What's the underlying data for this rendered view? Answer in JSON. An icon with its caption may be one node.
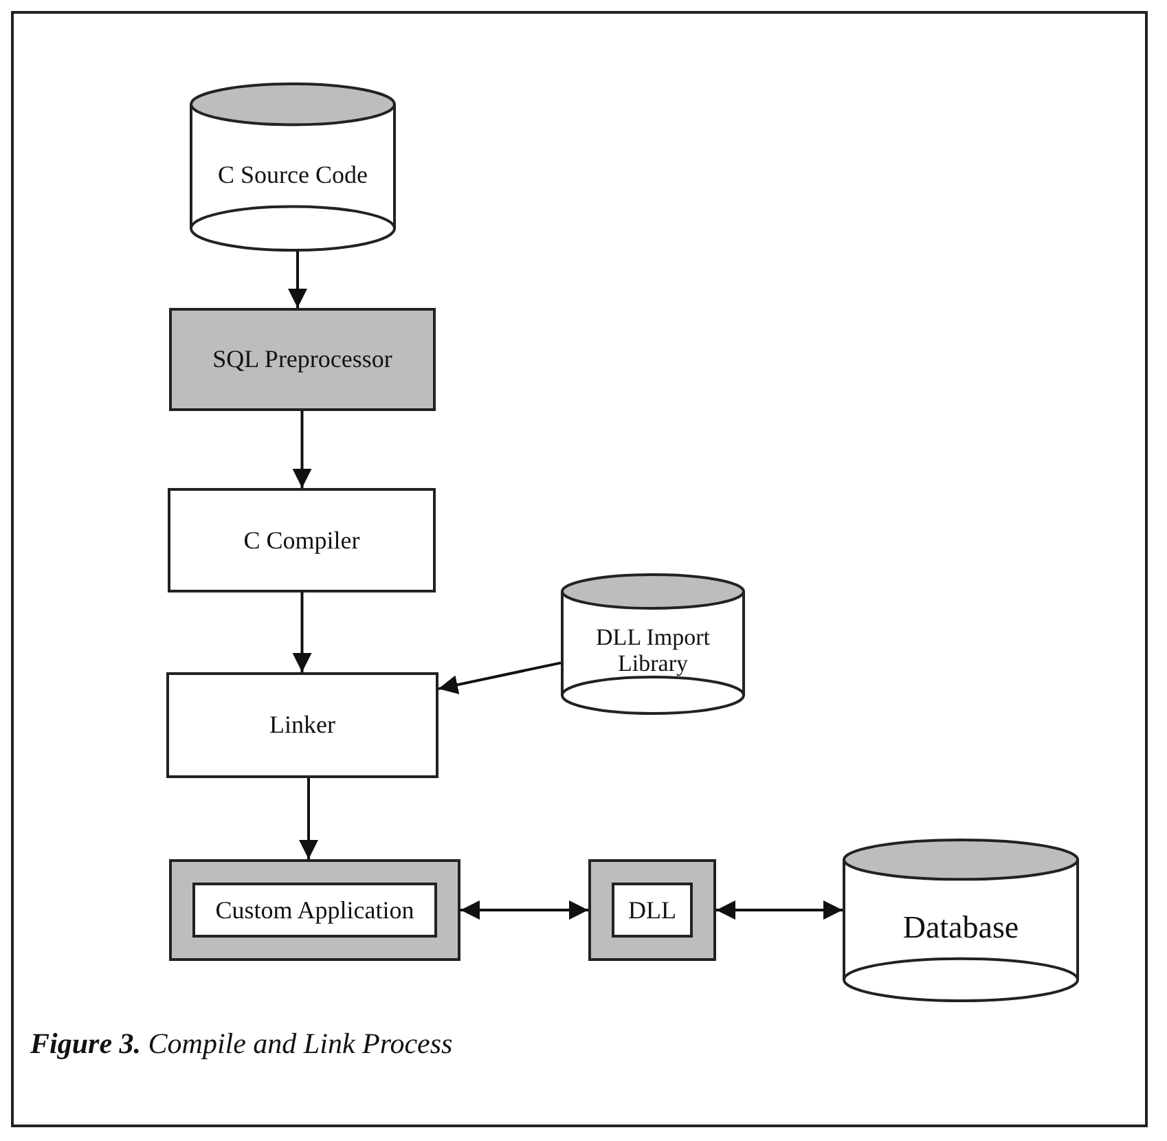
{
  "diagram": {
    "caption": "**Figure 3.** Compile and Link Process",
    "nodes": [
      {
        "text": [
          "C Source Code"
        ]
      },
      {
        "text": [
          "SQL Preprocessor"
        ]
      },
      {
        "text": [
          "C Compiler"
        ]
      },
      {
        "text": [
          "DLL Import Library"
        ]
      },
      {
        "text": [
          "Linker"
        ]
      },
      {
        "text": [
          "Custom Application"
        ]
      },
      {
        "text": [
          "DLL"
        ]
      },
      {
        "text": [
          "Database"
        ]
      }
    ],
    "edges": [
      {
        "from": 0,
        "to": 1,
        "arrow": "to"
      },
      {
        "from": 1,
        "to": 2,
        "arrow": "to"
      },
      {
        "from": 2,
        "to": 4,
        "arrow": "to"
      },
      {
        "from": 3,
        "to": 4,
        "arrow": "to"
      },
      {
        "from": 4,
        "to": 5,
        "arrow": "to"
      },
      {
        "from": 5,
        "to": 6,
        "arrow": "both"
      },
      {
        "from": 6,
        "to": 7,
        "arrow": "both"
      }
    ]
  }
}
